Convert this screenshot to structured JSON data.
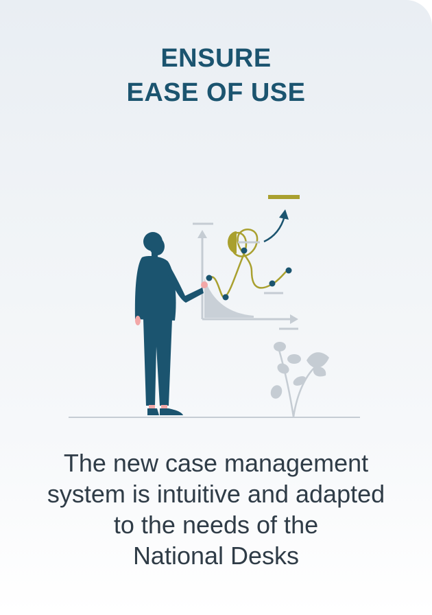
{
  "card": {
    "title_lines": [
      "ENSURE",
      "EASE OF USE"
    ],
    "description_lines": [
      "The new case management",
      "system is intuitive and adapted",
      "to the needs of the",
      "National Desks"
    ]
  },
  "colors": {
    "title": "#1b546f",
    "text": "#2f3c47",
    "figure": "#1b546f",
    "accent_olive": "#a9a02f",
    "gray": "#c5ccd3",
    "skin": "#f2a7a7"
  },
  "icons": {
    "illustration": "person-presenting-growth-chart-illustration",
    "plant": "plant-icon",
    "arrow": "arrow-up-right-icon"
  }
}
